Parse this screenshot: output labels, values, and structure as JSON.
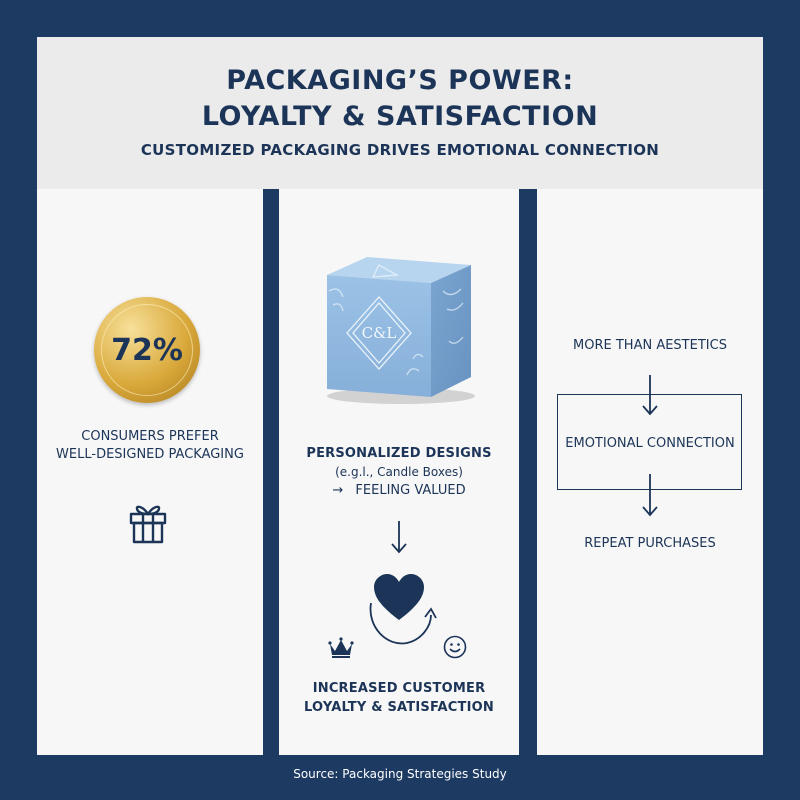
{
  "header": {
    "title_line1": "PACKAGING’S POWER:",
    "title_line2": "LOYALTY & SATISFACTION",
    "subtitle": "CUSTOMIZED PACKAGING DRIVES EMOTIONAL CONNECTION"
  },
  "left_panel": {
    "stat": "72%",
    "caption_line1": "CONSUMERS PREFER",
    "caption_line2": "WELL-DESIGNED PACKAGING",
    "icon": "gift-icon"
  },
  "center_panel": {
    "box_logo": "C&L",
    "heading": "PERSONALIZED DESIGNS",
    "example": "(e.g.l., Candle Boxes)",
    "arrow_glyph": "→",
    "result": "FEELING VALUED",
    "outcome_line1": "INCREASED CUSTOMER",
    "outcome_line2": "LOYALTY & SATISFACTION",
    "icons": [
      "heart-icon",
      "crown-icon",
      "smiley-icon",
      "cycle-arrow-icon"
    ]
  },
  "right_panel": {
    "top_text": "MORE THAN AESTETICS",
    "box_text": "EMOTIONAL CONNECTION",
    "bottom_text": "REPEAT PURCHASES"
  },
  "footer": {
    "source": "Source: Packaging Strategies Study"
  },
  "colors": {
    "background": "#1d3a63",
    "panel": "#f7f7f7",
    "header": "#ebebeb",
    "text": "#1b3457",
    "gold": "#d9a93b",
    "box_blue": "#8fb6df"
  }
}
